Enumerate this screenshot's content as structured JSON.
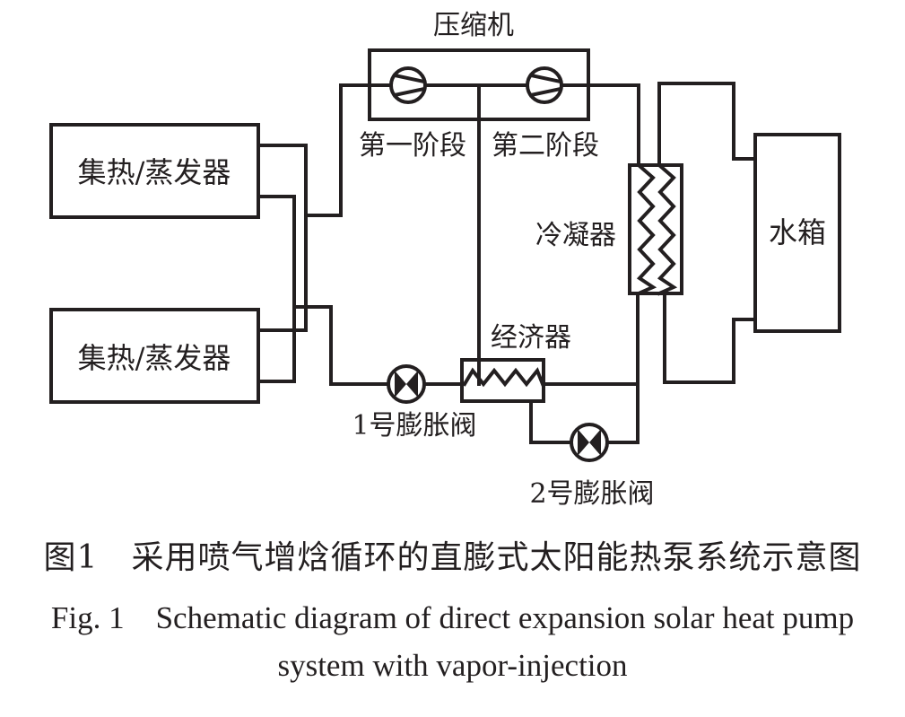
{
  "diagram": {
    "components": {
      "compressor": "压缩机",
      "stage1": "第一阶段",
      "stage2": "第二阶段",
      "collector_evaporator_1": "集热/蒸发器",
      "collector_evaporator_2": "集热/蒸发器",
      "condenser": "冷凝器",
      "water_tank": "水箱",
      "economizer": "经济器",
      "expansion_valve_1": "1号膨胀阀",
      "expansion_valve_2": "2号膨胀阀"
    },
    "colors": {
      "line": "#231f20",
      "background": "#ffffff"
    }
  },
  "caption": {
    "chinese": "图1　采用喷气增焓循环的直膨式太阳能热泵系统示意图",
    "english_line1": "Fig. 1　Schematic diagram of direct expansion solar heat pump",
    "english_line2": "system with vapor-injection"
  }
}
